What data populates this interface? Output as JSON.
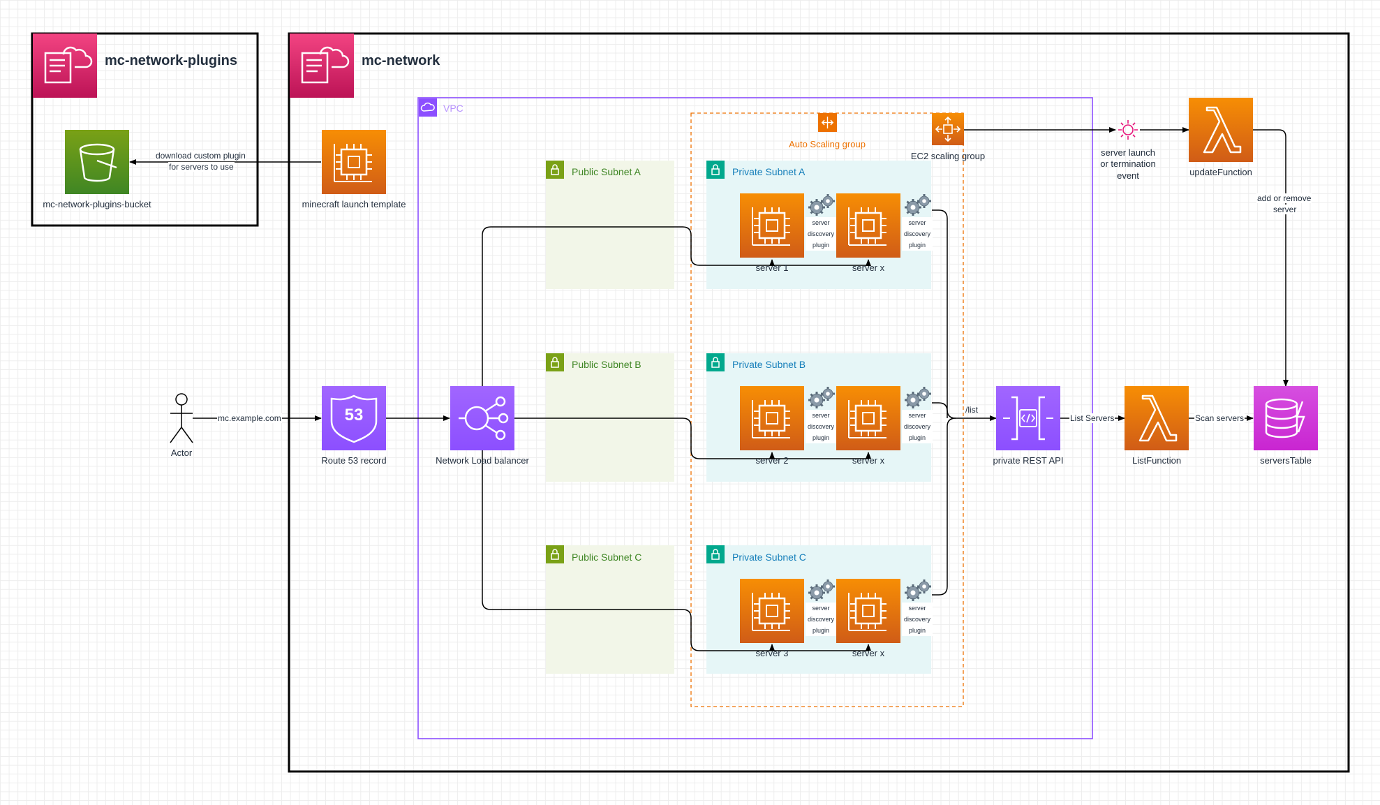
{
  "accounts": {
    "plugins": "mc-network-plugins",
    "network": "mc-network"
  },
  "groups": {
    "vpc": "VPC",
    "asg": "Auto Scaling group",
    "public": [
      "Public Subnet A",
      "Public Subnet B",
      "Public Subnet C"
    ],
    "private": [
      "Private Subnet A",
      "Private Subnet B",
      "Private Subnet C"
    ]
  },
  "nodes": {
    "bucket": "mc-network-plugins-bucket",
    "launch_template": "minecraft launch template",
    "actor": "Actor",
    "route53": "Route 53 record",
    "route53_badge": "53",
    "nlb": "Network Load balancer",
    "ec2_scaling": "EC2 scaling group",
    "event": [
      "server launch",
      "or termination",
      "event"
    ],
    "update_fn": "updateFunction",
    "rest_api": "private REST API",
    "list_fn": "ListFunction",
    "table": "serversTable"
  },
  "servers": [
    [
      "server 1",
      "server x"
    ],
    [
      "server 2",
      "server x"
    ],
    [
      "server 3",
      "server x"
    ]
  ],
  "plugin_text": [
    "server",
    "discovery",
    "plugin"
  ],
  "edges": {
    "download_line1": "download custom plugin",
    "download_line2": "for servers to use",
    "mc_domain": "mc.example.com",
    "list_path": "/list",
    "list_servers": "List Servers",
    "scan_servers": "Scan servers",
    "add_remove_line1": "add or remove",
    "add_remove_line2": "server"
  },
  "colors": {
    "compute": "#ed7100",
    "storage": "#7aa116",
    "network": "#8c4fff",
    "database": "#c925d1",
    "management": "#e7157b",
    "public_subnet_text": "#3f8624",
    "private_subnet_text": "#147eba",
    "public_subnet_fill": "#f2f6e8",
    "private_subnet_fill": "#e6f6f7"
  }
}
